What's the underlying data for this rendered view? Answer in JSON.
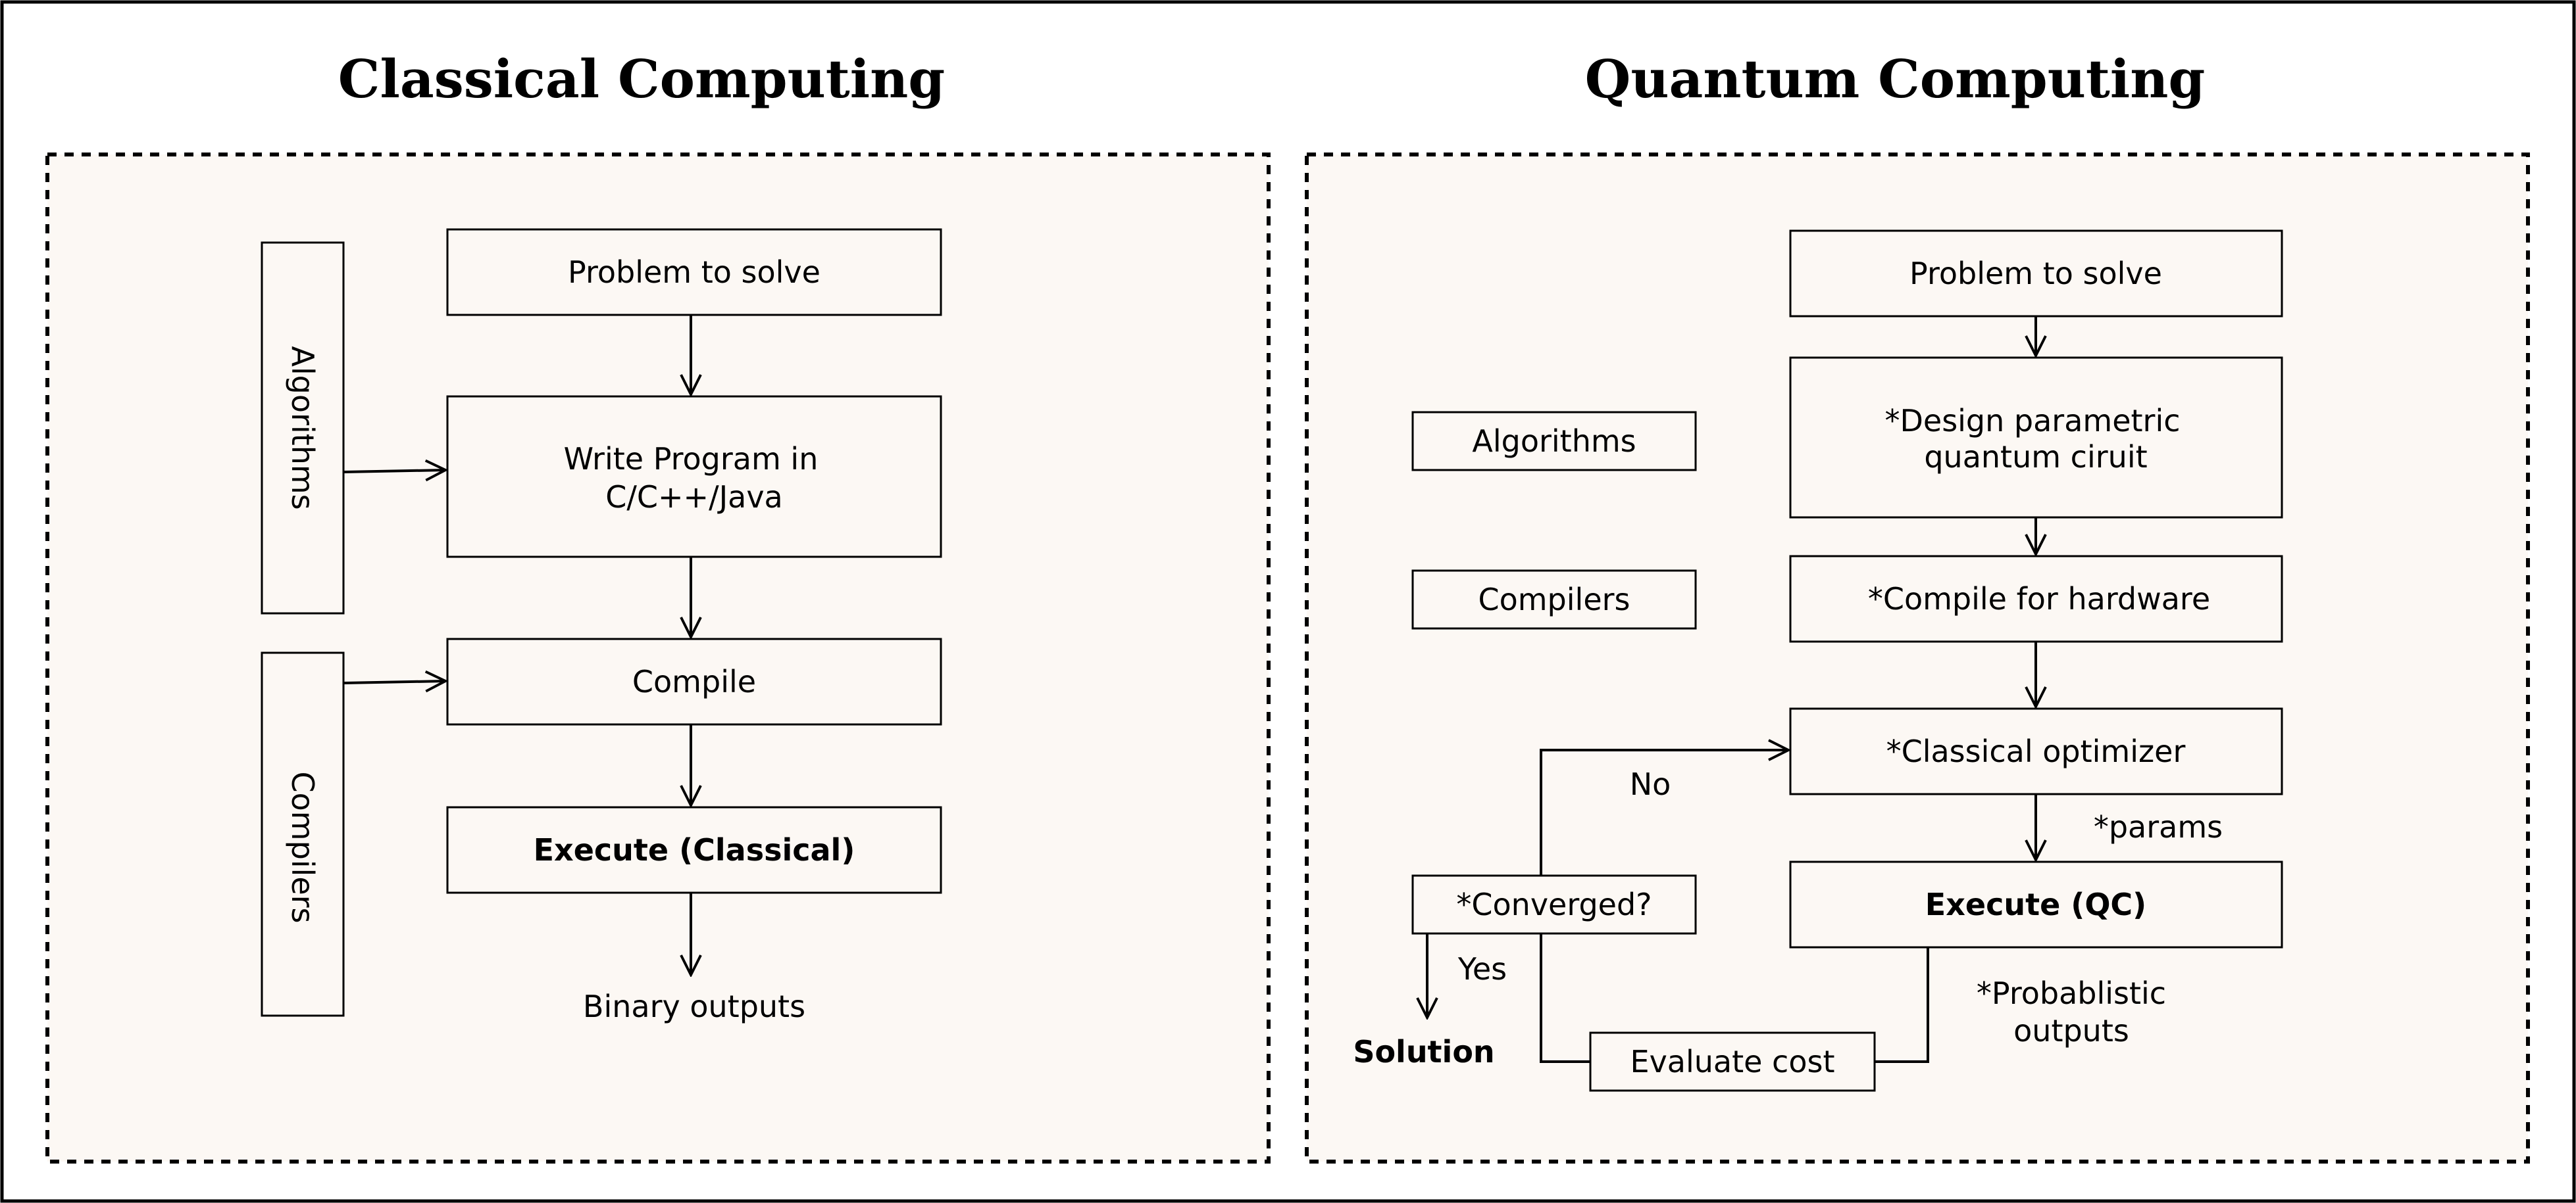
{
  "colors": {
    "accent": "#f07f26",
    "panel_bg": "#fcf8f4",
    "stroke": "#000000"
  },
  "classical": {
    "title": "Classical Computing",
    "algorithms": "Algorithms",
    "compilers": "Compilers",
    "problem": "Problem to solve",
    "write_line1": "Write Program in",
    "write_line2": "C/C++/Java",
    "compile": "Compile",
    "execute": "Execute (Classical)",
    "outputs": "Binary outputs"
  },
  "quantum": {
    "title": "Quantum Computing",
    "algorithms": "Algorithms",
    "compilers": "Compilers",
    "problem": "Problem to solve",
    "design_line1": "*Design parametric",
    "design_line2": "quantum ciruit",
    "compile": "*Compile for hardware",
    "optimizer": "*Classical optimizer",
    "params": "*params",
    "execute": "Execute (QC)",
    "converged": "*Converged?",
    "no": "No",
    "yes": "Yes",
    "solution": "Solution",
    "prob_line1": "*Probablistic",
    "prob_line2": "outputs",
    "evaluate": "Evaluate cost"
  }
}
